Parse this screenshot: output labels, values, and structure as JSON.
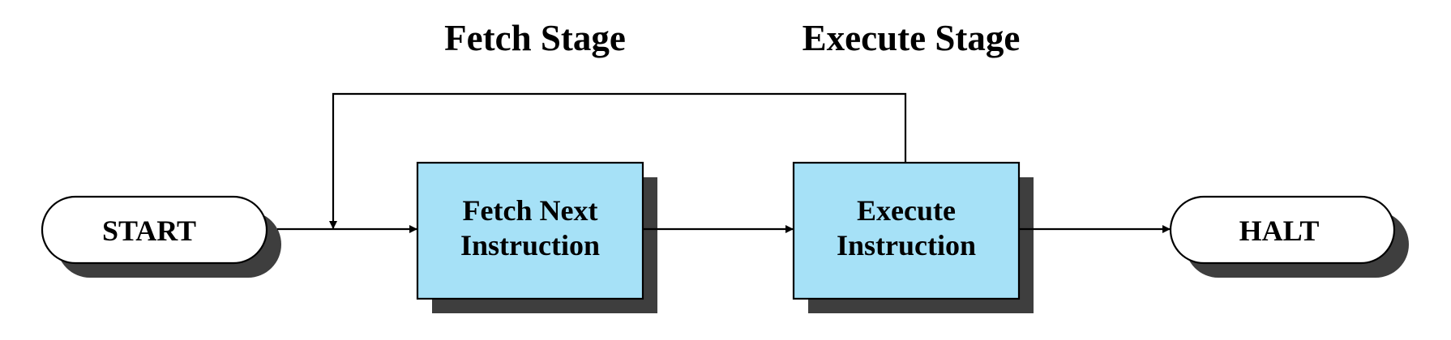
{
  "stages": {
    "fetch": "Fetch Stage",
    "execute": "Execute Stage"
  },
  "nodes": {
    "start": "START",
    "fetch_line1": "Fetch Next",
    "fetch_line2": "Instruction",
    "execute_line1": "Execute",
    "execute_line2": "Instruction",
    "halt": "HALT"
  },
  "colors": {
    "process_fill": "#a6e1f7",
    "terminal_fill": "#ffffff",
    "shadow": "#3e3e3e",
    "line": "#000000"
  }
}
